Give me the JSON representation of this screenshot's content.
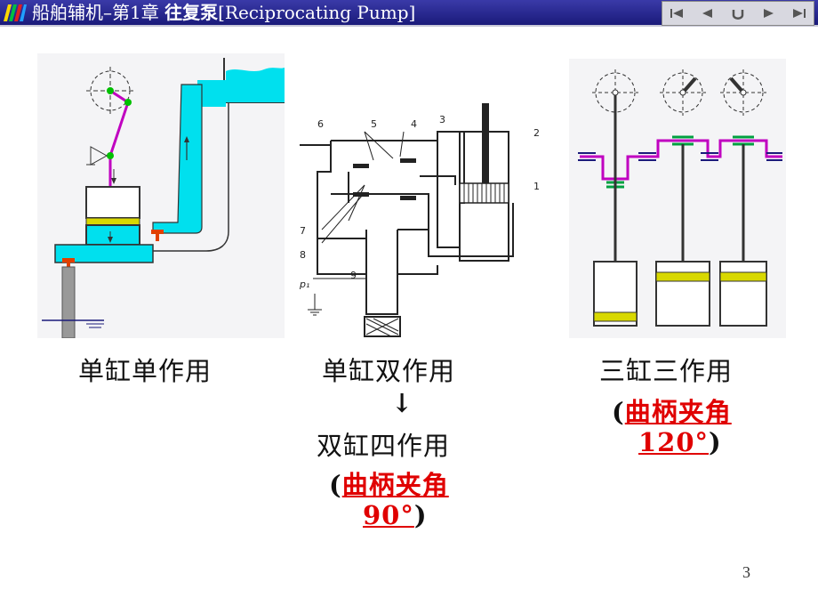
{
  "header": {
    "title_prefix": "船舶辅机–第1章 ",
    "title_bold": "往复泵",
    "title_suffix": "[Reciprocating Pump]"
  },
  "nav": {
    "icons": [
      "first-slide-icon",
      "prev-slide-icon",
      "return-icon",
      "next-slide-icon",
      "last-slide-icon"
    ]
  },
  "figures": {
    "single": {
      "label": "单缸单作用"
    },
    "double": {
      "label": "单缸双作用",
      "arrow": "↓",
      "label2": "双缸四作用",
      "paren_open": "(",
      "crank_label": "曲柄夹角",
      "angle": "90°",
      "paren_close": ")",
      "part_numbers": [
        "1",
        "2",
        "3",
        "4",
        "5",
        "6",
        "7",
        "8",
        "9"
      ],
      "pressure_label": "p₁"
    },
    "triple": {
      "label": "三缸三作用",
      "paren_open": "(",
      "crank_label": "曲柄夹角",
      "angle": "120°",
      "paren_close": ")"
    }
  },
  "page_number": "3",
  "colors": {
    "title_bg": "#1a1a7a",
    "water": "#00e0ee",
    "piston": "#d8d800",
    "link": "#c000c0",
    "joint": "#00c000",
    "accent_red": "#e00000"
  }
}
